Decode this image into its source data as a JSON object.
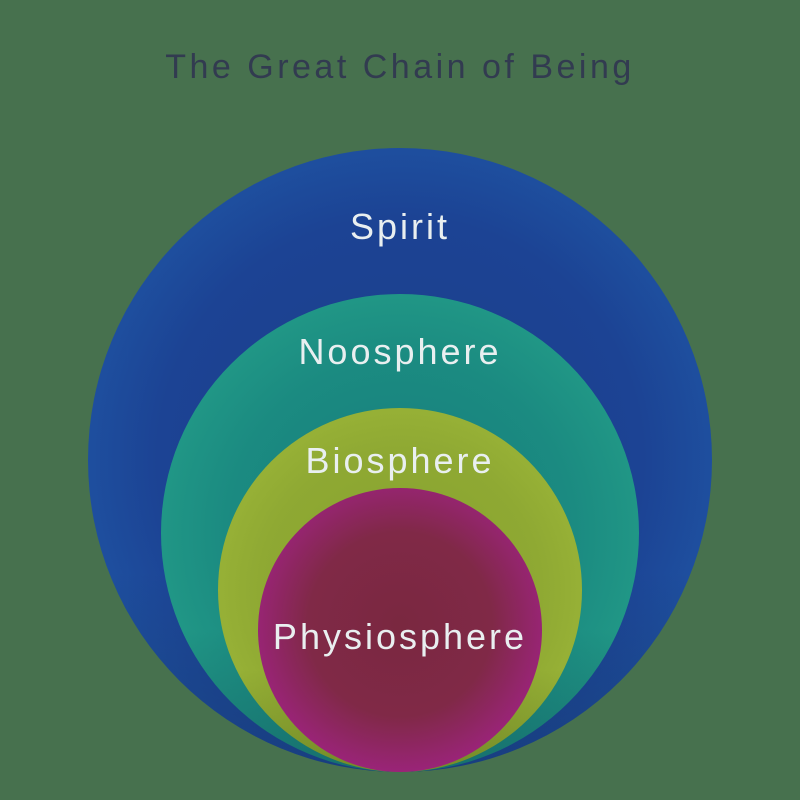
{
  "background_color": "#47714E",
  "title": {
    "text": "The Great Chain of Being",
    "color": "#323B50"
  },
  "diagram": {
    "type": "nested-circles",
    "description_order": "outermost-to-innermost",
    "label_color": "#E9EFF0",
    "rings": [
      {
        "label": "Spirit",
        "color_center": "#1B3E89",
        "color_mid1": "#1C4394",
        "color_mid2": "#1F57A6",
        "color_edge": "#2267B3"
      },
      {
        "label": "Noosphere",
        "color_center": "#177A7D",
        "color_mid1": "#1B8B81",
        "color_mid2": "#239C88",
        "color_edge": "#2DAB8F"
      },
      {
        "label": "Biosphere",
        "color_center": "#85A02F",
        "color_mid1": "#8FA933",
        "color_mid2": "#9CB638",
        "color_edge": "#AAC43E"
      },
      {
        "label": "Physiosphere",
        "color_center": "#7A2840",
        "color_mid1": "#802947",
        "color_mid2": "#9A2478",
        "color_edge": "#B31CA9"
      }
    ]
  }
}
